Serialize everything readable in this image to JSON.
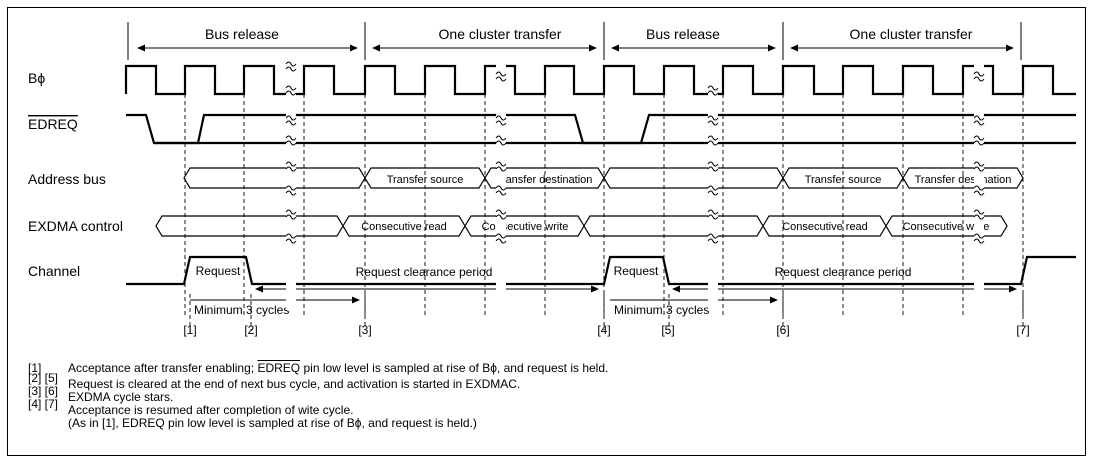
{
  "phases": [
    {
      "label": "Bus release"
    },
    {
      "label": "One cluster transfer"
    },
    {
      "label": "Bus release"
    },
    {
      "label": "One cluster transfer"
    }
  ],
  "signals": {
    "clock": "Bϕ",
    "edreq": "EDREQ",
    "address_bus": "Address bus",
    "exdma_control": "EXDMA control",
    "channel": "Channel"
  },
  "address_segments": {
    "transfer_source_1": "Transfer source",
    "transfer_destination_1": "Transfer destination",
    "transfer_source_2": "Transfer source",
    "transfer_destination_2": "Transfer destination"
  },
  "control_segments": {
    "consecutive_read_1": "Consecutive read",
    "consecutive_write_1": "Consecutive write",
    "consecutive_read_2": "Consecutive read",
    "consecutive_write_2": "Consecutive write"
  },
  "channel_labels": {
    "request_1": "Request",
    "clearance_1": "Request clearance period",
    "request_2": "Request",
    "clearance_2": "Request clearance period"
  },
  "minimum_cycles": {
    "first": "Minimum 3 cycles",
    "second": "Minimum 3 cycles"
  },
  "markers": [
    "[1]",
    "[2]",
    "[3]",
    "[4]",
    "[5]",
    "[6]",
    "[7]"
  ],
  "notes": [
    {
      "ref": "[1]",
      "pre": "Acceptance after transfer enabling; ",
      "overline": "EDREQ",
      "post": " pin low level is sampled at rise of Bϕ, and request is held."
    },
    {
      "ref": "[2] [5]",
      "text": "Request is cleared at the end of next bus cycle, and activation is started in EXDMAC."
    },
    {
      "ref": "[3] [6]",
      "text": "EXDMA cycle stars."
    },
    {
      "ref": "[4] [7]",
      "text": "Acceptance is resumed after completion of wite cycle."
    },
    {
      "ref": "",
      "text": "(As in [1], EDREQ pin low level is sampled at rise of Bϕ, and request is held.)"
    }
  ]
}
